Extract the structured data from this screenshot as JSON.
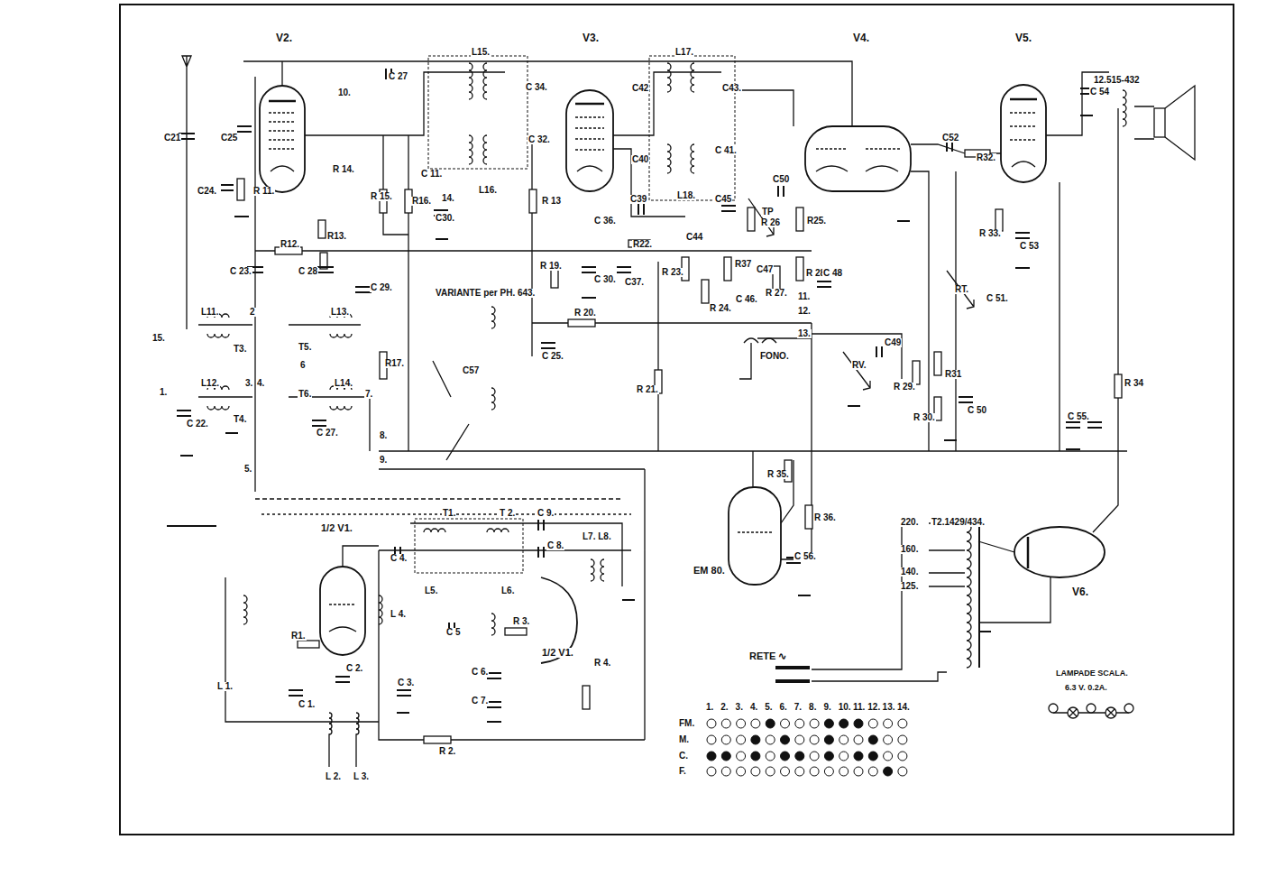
{
  "diagram": {
    "labels": [
      "V2.",
      "V3.",
      "V4.",
      "V5.",
      "L15.",
      "L17.",
      "C 27",
      "10.",
      "C 34.",
      "C42",
      "C43.",
      "12.515-432",
      "C 54",
      "C21",
      "C25",
      "R 14.",
      "C 11.",
      "L16.",
      "C 32.",
      "C40",
      "C 41.",
      "L18.",
      "C45",
      "TP",
      "C50",
      "C24.",
      "R 11.",
      "R 15.",
      "R16.",
      "14.",
      "C30.",
      "R 13",
      "C 36.",
      "C39",
      "R22.",
      "C44",
      "R 26",
      "R25.",
      "C52",
      "R32.",
      "R13.",
      "R12.",
      "C 23.",
      "C 28",
      "C 29.",
      "VARIANTE per PH. 643.",
      "R 19.",
      "C 30.",
      "C37.",
      "R 23.",
      "R37",
      "C47",
      "C 46.",
      "R 27.",
      "R 24.",
      "R 28.",
      "C 48",
      "11.",
      "12.",
      "13.",
      "R 33.",
      "C 53",
      "C 51.",
      "RT.",
      "15.",
      "L11.",
      "2",
      "T3.",
      "L13.",
      "T5.",
      "6",
      "L12.",
      "1.",
      "3.",
      "4.",
      "T4.",
      "C 22.",
      "T6.",
      "L14.",
      "7.",
      "C 27.",
      "R17.",
      "R 20.",
      "C 25.",
      "C57",
      "FONO.",
      "RV.",
      "C49",
      "R 29.",
      "R31",
      "R 30.",
      "C 50",
      "C 55.",
      "R 34",
      "R 21.",
      "5.",
      "8.",
      "9.",
      "R 35.",
      "R 36.",
      "C 56.",
      "EM 80.",
      "220.",
      "160.",
      "140.",
      "125.",
      "T2.1429/434.",
      "V6.",
      "1/2 V1.",
      "T1.",
      "T 2.",
      "C 9.",
      "L7. L8.",
      "C 4.",
      "L5.",
      "L6.",
      "C 8.",
      "L 4.",
      "C 5",
      "R 3.",
      "C 3.",
      "C 6.",
      "C 7.",
      "1/2 V1.",
      "R 4.",
      "R1.",
      "C 1.",
      "C 2.",
      "L 1.",
      "L 2.",
      "L 3.",
      "R 2.",
      "RETE ∿",
      "LAMPADE SCALA.",
      "6.3 V. 0.2A.",
      "1.",
      "2.",
      "3.",
      "4.",
      "5.",
      "6.",
      "7.",
      "8.",
      "9.",
      "10.",
      "11.",
      "12.",
      "13.",
      "14.",
      "FM.",
      "M.",
      "C.",
      "F."
    ]
  }
}
